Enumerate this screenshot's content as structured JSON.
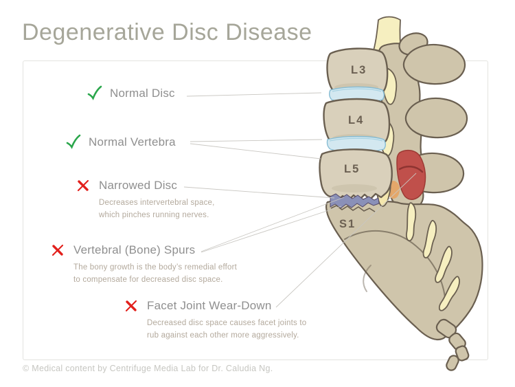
{
  "title": "Degenerative Disc Disease",
  "footer": "© Medical content by Centrifuge Media Lab for Dr. Caludia Ng.",
  "legend": {
    "items": [
      {
        "icon": "check",
        "label": "Normal Disc",
        "description_lines": []
      },
      {
        "icon": "check",
        "label": "Normal Vertebra",
        "description_lines": []
      },
      {
        "icon": "cross",
        "label": "Narrowed Disc",
        "description_lines": [
          "Decreases intervertebral space,",
          "which pinches running nerves."
        ]
      },
      {
        "icon": "cross",
        "label": "Vertebral (Bone) Spurs",
        "description_lines": [
          "The bony growth is the body’s remedial effort",
          "to compensate for decreased disc space."
        ]
      },
      {
        "icon": "cross",
        "label": "Facet Joint Wear-Down",
        "description_lines": [
          "Decreased disc space causes facet joints to",
          "rub against each other more aggressively."
        ]
      }
    ]
  },
  "spine": {
    "labels": [
      "L3",
      "L4",
      "L5",
      "S1"
    ]
  },
  "colors": {
    "title_gray": "#a6a699",
    "text_gray": "#8f8f8f",
    "desc_tan": "#b3a99c",
    "footer_gray": "#c6c6c1",
    "frame_border": "#e3e3df",
    "connector_gray": "#c9c7c2",
    "check_green": "#2aa64b",
    "cross_red": "#e2201c",
    "bone": "#d9d0bb",
    "bone_shade": "#cfc5ab",
    "outline": "#6a5f50",
    "disc_blue": "#d3e8f0",
    "nerve_yellow": "#f6efc0",
    "inflamed_red": "#c0504b",
    "narrowed_disc": "#8a90b8",
    "label_brown": "#6b6052"
  }
}
